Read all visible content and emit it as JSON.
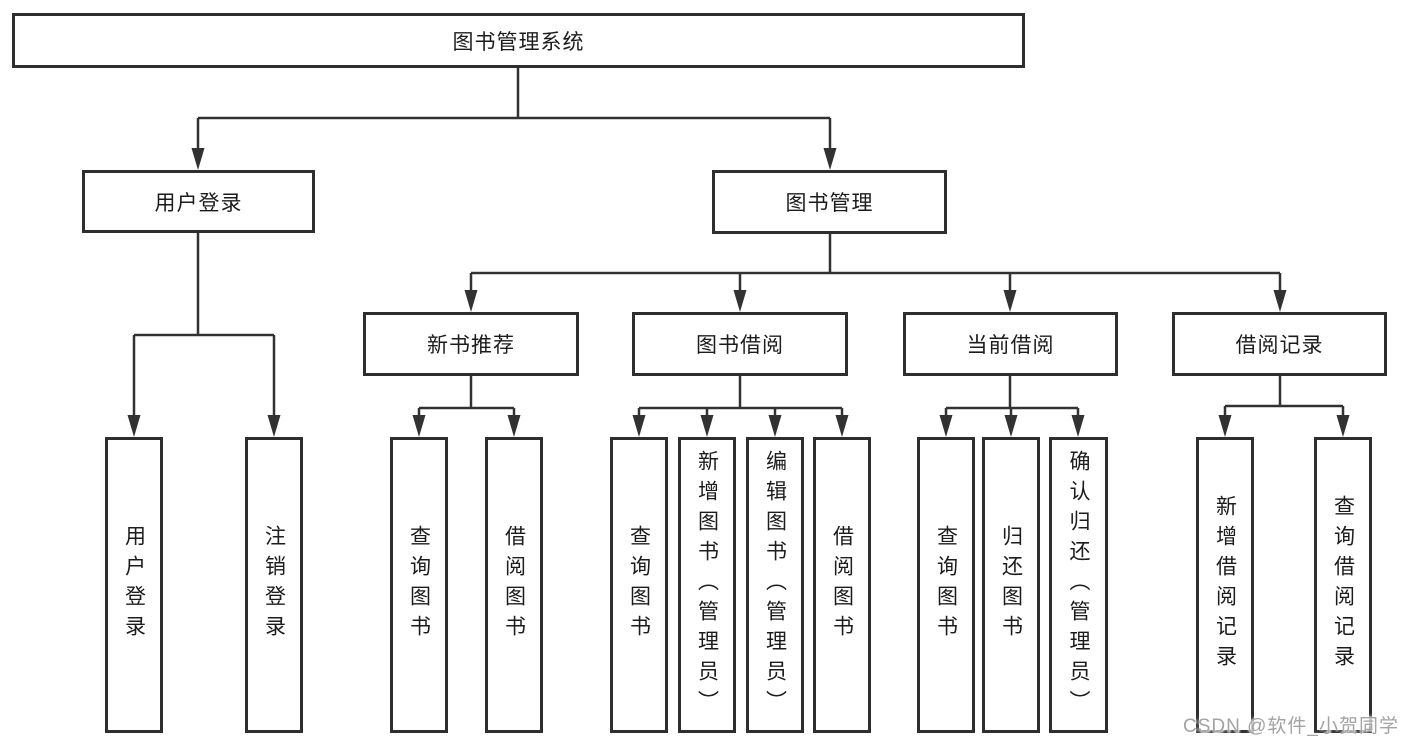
{
  "diagram": {
    "type": "tree",
    "title": "图书管理系统",
    "colors": {
      "background": "#ffffff",
      "box_border": "#2e2e2e",
      "line": "#323232",
      "text": "#1c1c1c",
      "watermark_text_color": "#a3a3a3"
    },
    "nodes": {
      "root": {
        "label": "图书管理系统",
        "level": 1
      },
      "login": {
        "label": "用户登录",
        "level": 2,
        "parent": "root"
      },
      "mgmt": {
        "label": "图书管理",
        "level": 2,
        "parent": "root"
      },
      "rec": {
        "label": "新书推荐",
        "level": 3,
        "parent": "mgmt"
      },
      "borrow": {
        "label": "图书借阅",
        "level": 3,
        "parent": "mgmt"
      },
      "current": {
        "label": "当前借阅",
        "level": 3,
        "parent": "mgmt"
      },
      "history": {
        "label": "借阅记录",
        "level": 3,
        "parent": "mgmt"
      },
      "login_user": {
        "label": "用户登录",
        "level": 4,
        "parent": "login"
      },
      "login_logout": {
        "label": "注销登录",
        "level": 4,
        "parent": "login"
      },
      "rec_query": {
        "label": "查询图书",
        "level": 4,
        "parent": "rec"
      },
      "rec_borrow": {
        "label": "借阅图书",
        "level": 4,
        "parent": "rec"
      },
      "borrow_query": {
        "label": "查询图书",
        "level": 4,
        "parent": "borrow"
      },
      "borrow_add": {
        "label": "新增图书（管理员）",
        "level": 4,
        "parent": "borrow"
      },
      "borrow_edit": {
        "label": "编辑图书（管理员）",
        "level": 4,
        "parent": "borrow"
      },
      "borrow_borrow": {
        "label": "借阅图书",
        "level": 4,
        "parent": "borrow"
      },
      "current_query": {
        "label": "查询图书",
        "level": 4,
        "parent": "current"
      },
      "current_return": {
        "label": "归还图书",
        "level": 4,
        "parent": "current"
      },
      "current_confirm": {
        "label": "确认归还（管理员）",
        "level": 4,
        "parent": "current"
      },
      "history_add": {
        "label": "新增借阅记录",
        "level": 4,
        "parent": "history"
      },
      "history_query": {
        "label": "查询借阅记录",
        "level": 4,
        "parent": "history"
      }
    },
    "watermark": "CSDN @软件_小贺同学"
  }
}
